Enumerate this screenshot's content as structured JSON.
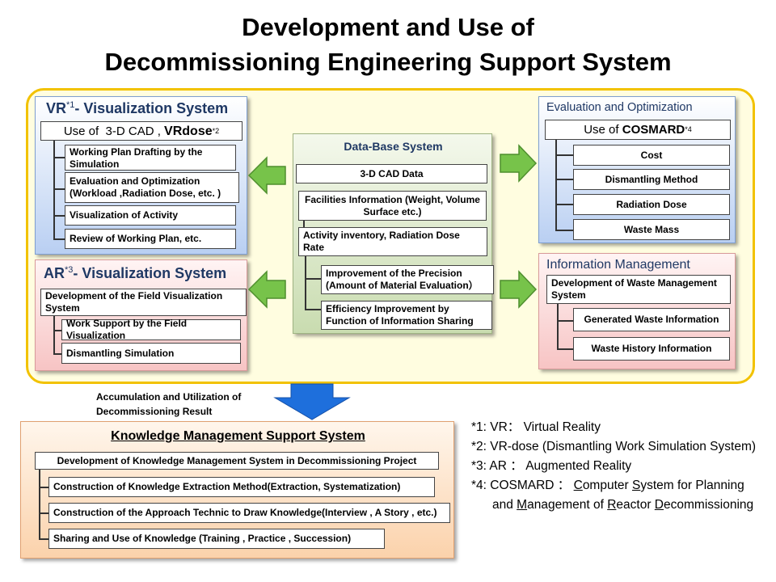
{
  "title": {
    "line1": "Development and Use of",
    "line2": "Decommissioning Engineering Support System"
  },
  "vr_panel": {
    "heading_prefix": "VR",
    "heading_sup": "*1",
    "heading_rest": "- Visualization System",
    "use_prefix": "Use of  3-D CAD , ",
    "use_bold": "VRdose",
    "use_sup": "*2",
    "items": [
      "Working Plan Drafting by the Simulation",
      "Evaluation and Optimization (Workload ,Radiation Dose, etc. )",
      "Visualization of Activity",
      "Review of Working Plan, etc."
    ]
  },
  "ar_panel": {
    "heading_prefix": "AR",
    "heading_sup": "*3",
    "heading_rest": "-  Visualization System",
    "main": "Development of the Field Visualization System",
    "items": [
      "Work Support by the Field Visualization",
      "Dismantling Simulation"
    ]
  },
  "db_panel": {
    "heading": "Data-Base System",
    "items": [
      "3-D CAD Data",
      "Facilities Information (Weight, Volume Surface etc.)",
      "Activity inventory, Radiation Dose Rate",
      "Improvement of the Precision  (Amount of Material Evaluation）",
      "Efficiency Improvement by Function of Information  Sharing"
    ]
  },
  "eval_panel": {
    "heading": "Evaluation and Optimization",
    "use_prefix": "Use of ",
    "use_bold": "COSMARD",
    "use_sup": "*4",
    "items": [
      "Cost",
      "Dismantling Method",
      "Radiation Dose",
      "Waste Mass"
    ]
  },
  "info_panel": {
    "heading": "Information Management",
    "main": "Development of Waste Management System",
    "items": [
      "Generated Waste Information",
      "Waste History Information"
    ]
  },
  "flow_label": "Accumulation and Utilization of Decommissioning Result",
  "km_panel": {
    "heading": "Knowledge Management Support System",
    "main": "Development of Knowledge Management  System in Decommissioning Project",
    "items": [
      "Construction of Knowledge Extraction Method(Extraction, Systematization)",
      "Construction of the Approach Technic to Draw Knowledge(Interview , A Story , etc.)",
      "Sharing and Use of Knowledge  (Training , Practice , Succession)"
    ]
  },
  "notes": {
    "n1": "*1: VR： Virtual Reality",
    "n2": "*2: VR-dose (Dismantling Work Simulation System)",
    "n3": "*3: AR ： Augmented Reality",
    "n4_a": "*4: COSMARD ： ",
    "n4_b1": "C",
    "n4_b2": "omputer ",
    "n4_b3": "S",
    "n4_b4": "ystem for Planning",
    "n5_a": "and ",
    "n5_b": "M",
    "n5_c": "anagement of ",
    "n5_d": "R",
    "n5_e": "eactor ",
    "n5_f": "D",
    "n5_g": "ecommissioning"
  },
  "colors": {
    "outer_border": "#f2c200",
    "arrow_green": "#77c34a",
    "arrow_blue": "#1e6fdc",
    "heading_blue": "#1f3864"
  }
}
